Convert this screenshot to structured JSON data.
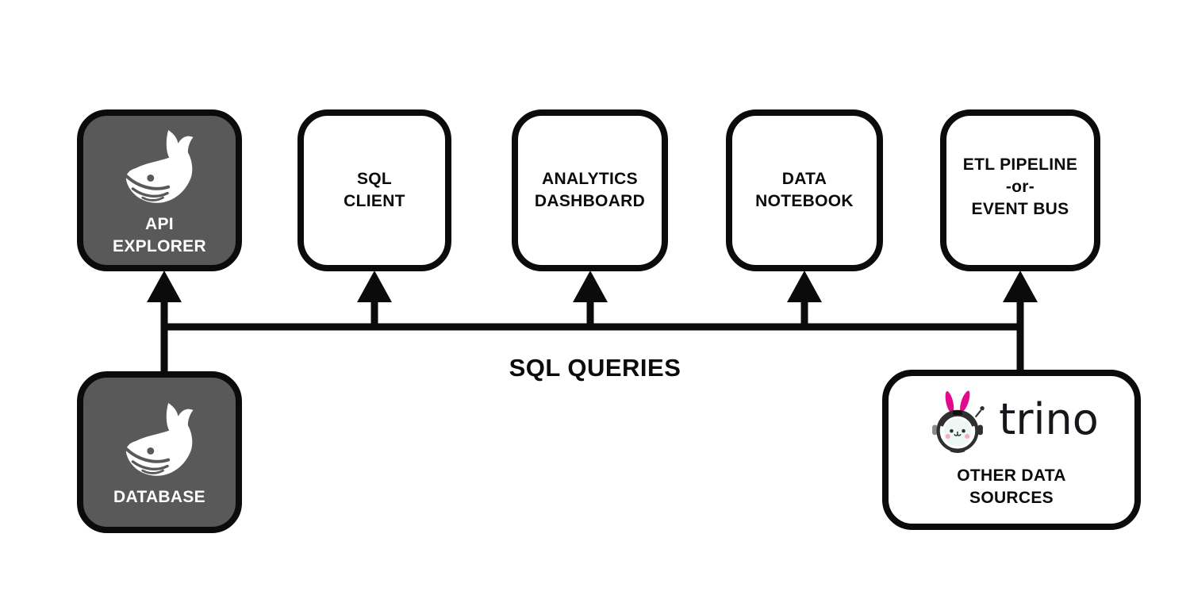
{
  "diagram": {
    "connector_label": "SQL QUERIES",
    "top_boxes": [
      {
        "name": "api-explorer",
        "lines": [
          "API",
          "EXPLORER"
        ],
        "variant": "dark",
        "icon": "whale-icon"
      },
      {
        "name": "sql-client",
        "lines": [
          "SQL",
          "CLIENT"
        ],
        "variant": "light"
      },
      {
        "name": "analytics-dashboard",
        "lines": [
          "ANALYTICS",
          "DASHBOARD"
        ],
        "variant": "light"
      },
      {
        "name": "data-notebook",
        "lines": [
          "DATA",
          "NOTEBOOK"
        ],
        "variant": "light"
      },
      {
        "name": "etl-pipeline-or-event-bus",
        "lines": [
          "ETL PIPELINE",
          "-or-",
          "EVENT BUS"
        ],
        "variant": "light"
      }
    ],
    "source_boxes": [
      {
        "name": "database",
        "lines": [
          "DATABASE"
        ],
        "variant": "dark",
        "icon": "whale-icon"
      },
      {
        "name": "other-data-sources",
        "brand": "trino",
        "lines": [
          "OTHER DATA",
          "SOURCES"
        ],
        "variant": "light",
        "icon": "trino-bunny-icon"
      }
    ],
    "colors": {
      "background": "#ffffff",
      "stroke": "#0b0b0b",
      "dark_box_fill": "#595959",
      "dark_box_text": "#ffffff",
      "trino_magenta": "#e20a8c",
      "mascot_face": "#eef7f2",
      "mascot_helmet": "#2f2f2f",
      "cheek_pink": "#f6aebe"
    }
  }
}
